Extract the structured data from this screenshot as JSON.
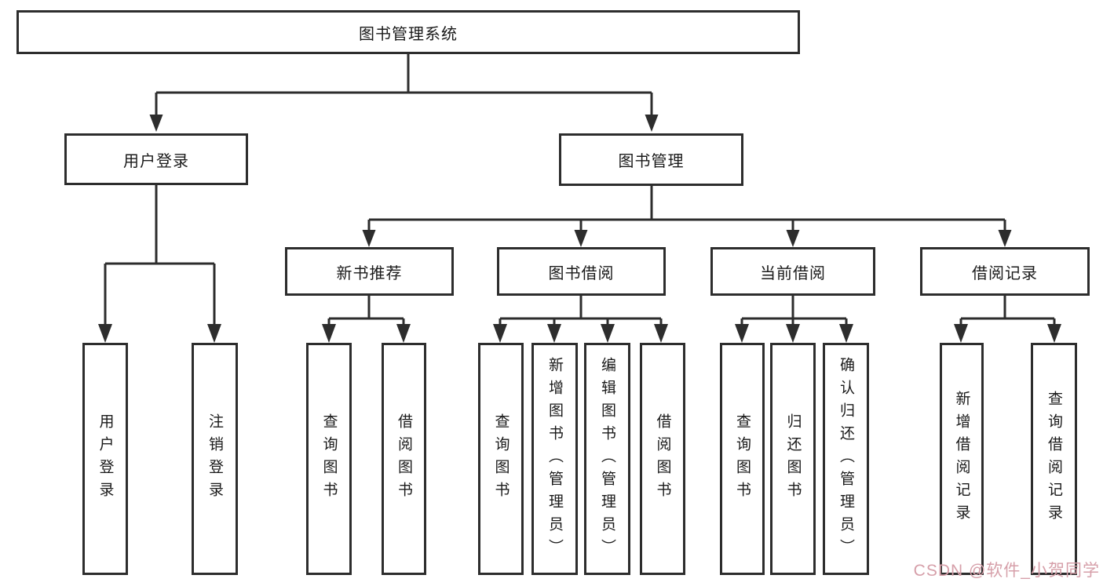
{
  "tree": {
    "label": "图书管理系统",
    "children": [
      {
        "label": "用户登录",
        "children": [
          {
            "label": "用户登录"
          },
          {
            "label": "注销登录"
          }
        ]
      },
      {
        "label": "图书管理",
        "children": [
          {
            "label": "新书推荐",
            "children": [
              {
                "label": "查询图书"
              },
              {
                "label": "借阅图书"
              }
            ]
          },
          {
            "label": "图书借阅",
            "children": [
              {
                "label": "查询图书"
              },
              {
                "label": "新增图书（管理员）"
              },
              {
                "label": "编辑图书（管理员）"
              },
              {
                "label": "借阅图书"
              }
            ]
          },
          {
            "label": "当前借阅",
            "children": [
              {
                "label": "查询图书"
              },
              {
                "label": "归还图书"
              },
              {
                "label": "确认归还（管理员）"
              }
            ]
          },
          {
            "label": "借阅记录",
            "children": [
              {
                "label": "新增借阅记录"
              },
              {
                "label": "查询借阅记录"
              }
            ]
          }
        ]
      }
    ]
  },
  "watermark": {
    "text": "CSDN @软件_小贺同学"
  },
  "colors": {
    "line": "#2d2d2d",
    "text": "#1a1a1a",
    "background": "#ffffff",
    "watermark": "#d69fa9"
  }
}
